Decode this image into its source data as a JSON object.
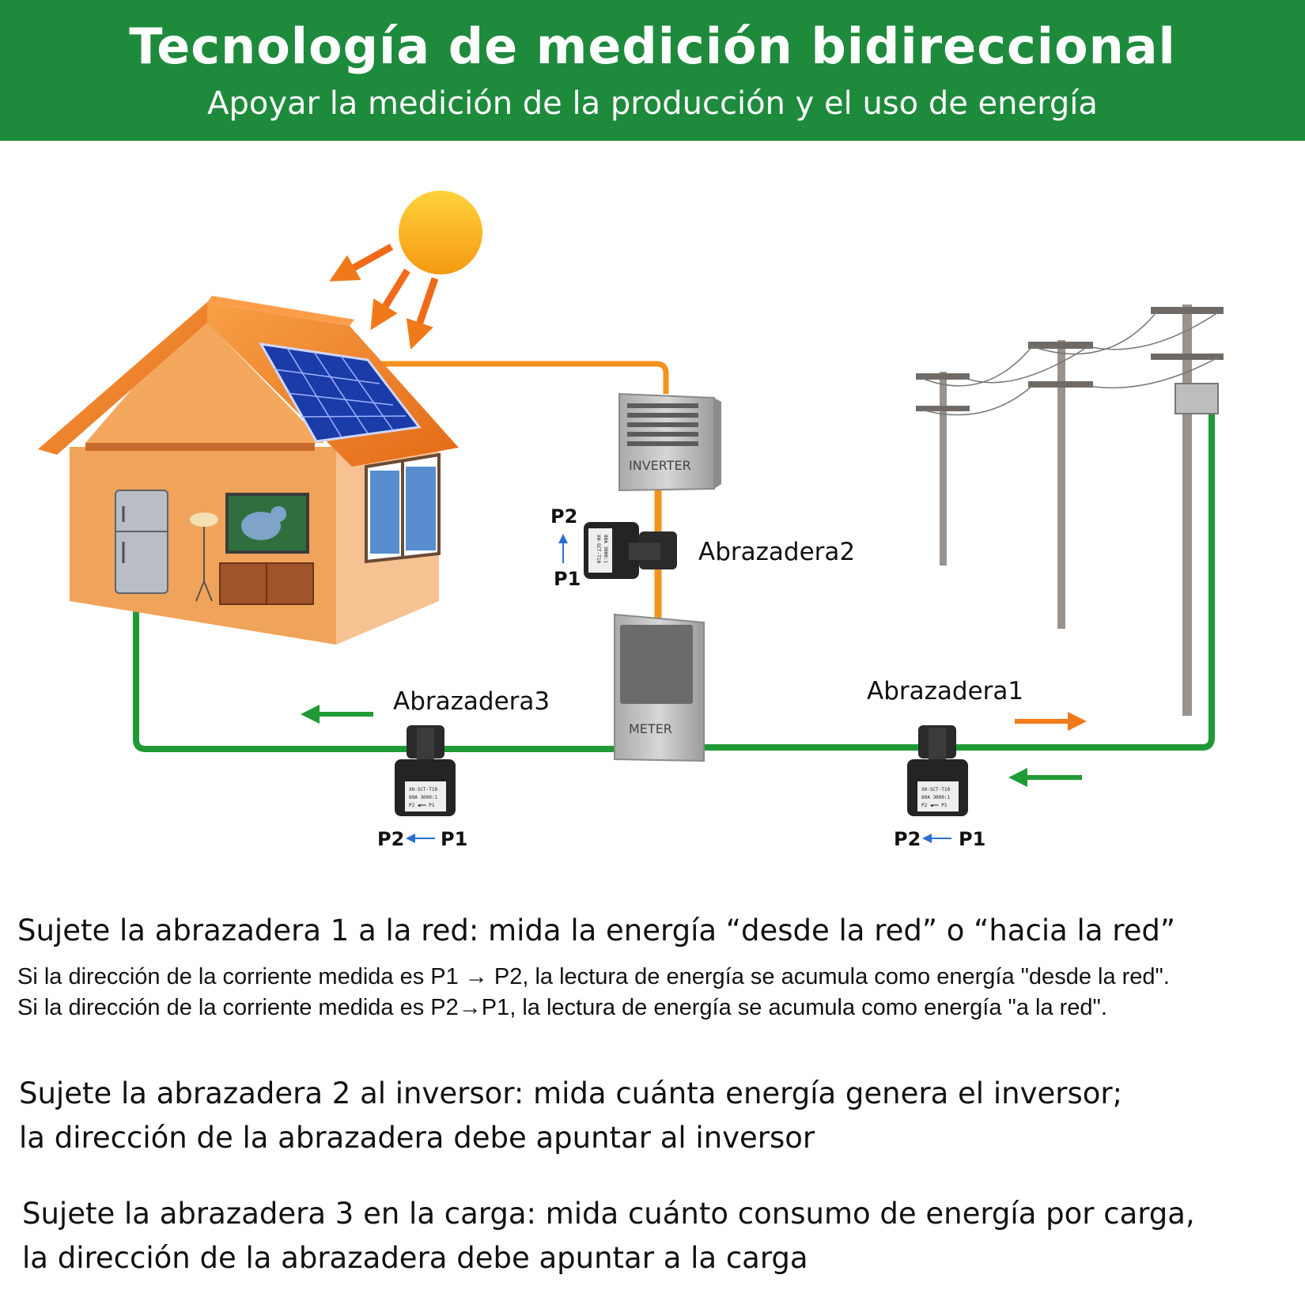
{
  "header": {
    "title": "Tecnología de medición bidireccional",
    "subtitle": "Apoyar la medición de la producción y el uso de energía"
  },
  "diagram": {
    "inverter_label": "INVERTER",
    "meter_label": "METER",
    "clamps": [
      {
        "label": "Abrazadera1",
        "p_left": "P2",
        "p_right": "P1"
      },
      {
        "label": "Abrazadera2",
        "p_top": "P2",
        "p_bottom": "P1"
      },
      {
        "label": "Abrazadera3",
        "p_left": "P2",
        "p_right": "P1"
      }
    ],
    "clamp_tag": [
      "XH-SCT-T10",
      "80A 3000:1",
      "P2 ◀━━ P1"
    ],
    "colors": {
      "grid_line": "#1f9a35",
      "solar_line": "#f5921e",
      "header_bg": "#1e8a3c"
    }
  },
  "descriptions": {
    "clamp1_title": "Sujete la abrazadera 1 a la red: mida la energía “desde la red” o “hacia la red”",
    "clamp1_line1": "Si la dirección de la corriente medida es P1 → P2, la lectura de energía se acumula como energía \"desde la red\".",
    "clamp1_line2": "Si la dirección de la corriente medida es P2→P1, la lectura de energía se acumula como energía \"a la red\".",
    "clamp2_text": "Sujete la abrazadera 2 al inversor: mida cuánta energía genera el inversor;\nla dirección de la abrazadera debe apuntar al inversor",
    "clamp3_text": "Sujete la abrazadera 3 en la carga: mida cuánto consumo de energía por carga,\nla dirección de la abrazadera debe apuntar a la carga"
  }
}
